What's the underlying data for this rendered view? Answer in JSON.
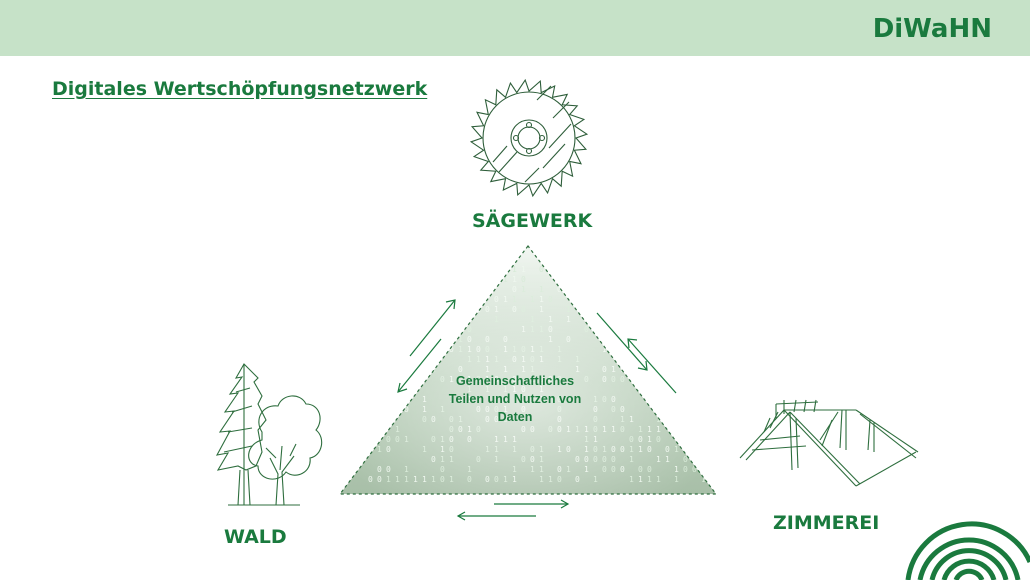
{
  "header": {
    "brand": "DiWaHN",
    "bar_color": "#c6e2c8",
    "accent_color": "#1a7a3e"
  },
  "slide": {
    "title": "Digitales Wertschöpfungsnetzwerk"
  },
  "nodes": {
    "top": {
      "label": "SÄGEWERK",
      "icon": "saw-blade-icon"
    },
    "left": {
      "label": "WALD",
      "icon": "trees-icon"
    },
    "right": {
      "label": "ZIMMEREI",
      "icon": "roof-truss-icon"
    }
  },
  "center": {
    "line1": "Gemeinschaftliches",
    "line2": "Teilen und Nutzen von",
    "line3": "Daten"
  },
  "decor": {
    "binary_pattern": "binary-data-pattern",
    "corner_logo": "concentric-arches-logo"
  }
}
